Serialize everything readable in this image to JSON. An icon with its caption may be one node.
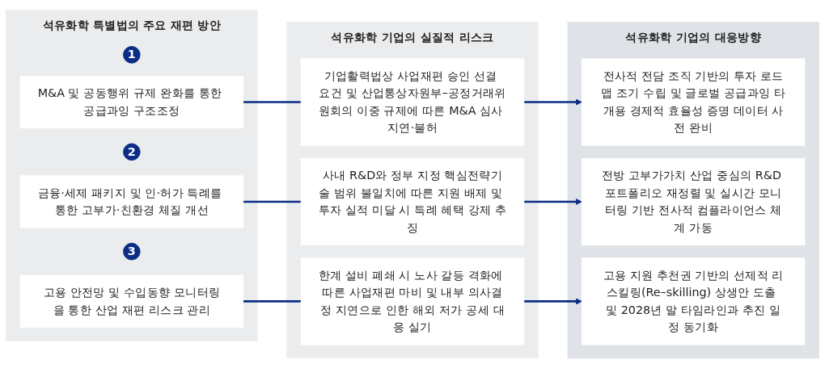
{
  "diagram": {
    "nodes": [
      {
        "text": [
          "석유화학 특별법의 주요 재편 방안"
        ]
      },
      {
        "text": [
          "1"
        ],
        "in": 0
      },
      {
        "text": [
          "M&A 및 공동행위 규제 완화를 통한 공급과잉 구조조정"
        ],
        "in": 0
      },
      {
        "text": [
          "2"
        ],
        "in": 0
      },
      {
        "text": [
          "금융·세제 패키지 및 인·허가 특례를 통한 고부가·친환경 체질 개선"
        ],
        "in": 0
      },
      {
        "text": [
          "3"
        ],
        "in": 0
      },
      {
        "text": [
          "고용 안전망 및 수입동향 모니터링을 통한 산업 재편 리스크 관리"
        ],
        "in": 0
      },
      {
        "text": [
          "석유화학 기업의 실질적 리스크"
        ]
      },
      {
        "text": [
          "기업활력법상 사업재편 승인 선결 요건 및 산업통상자원부–공정거래위원회의 이중 규제에 따른 M&A 심사 지연·불허"
        ],
        "in": 7
      },
      {
        "text": [
          "사내 R&D와 정부 지정 핵심전략기술 범위 불일치에 따른 지원 배제 및 투자 실적 미달 시 특례 혜택 강제 추징"
        ],
        "in": 7
      },
      {
        "text": [
          "한계 설비 폐쇄 시 노사 갈등 격화에 따른 사업재편 마비 및 내부 의사결정 지연으로 인한 해외 저가 공세 대응 실기"
        ],
        "in": 7
      },
      {
        "text": [
          "석유화학 기업의 대응방향"
        ]
      },
      {
        "text": [
          "전사적 전담 조직 기반의 투자 로드맵 조기 수립 및 글로벌 공급과잉 타개용 경제적 효율성 증명 데이터 사전 완비"
        ],
        "in": 11
      },
      {
        "text": [
          "전방 고부가가치 산업 중심의 R&D 포트폴리오 재정렬 및 실시간 모니터링 기반 전사적 컴플라이언스 체계 가동"
        ],
        "in": 11
      },
      {
        "text": [
          "고용 지원 추천권 기반의 선제적 리스킬링(Re–skilling) 상생안 도출 및 2028년 말 타임라인과 추진 일정 동기화"
        ],
        "in": 11
      }
    ],
    "edges": [
      {
        "from": 2,
        "to": 8,
        "arrow": "none"
      },
      {
        "from": 4,
        "to": 9,
        "arrow": "none"
      },
      {
        "from": 6,
        "to": 10,
        "arrow": "none"
      },
      {
        "from": 8,
        "to": 12,
        "arrow": "to"
      },
      {
        "from": 9,
        "to": 13,
        "arrow": "to"
      },
      {
        "from": 10,
        "to": 14,
        "arrow": "to"
      }
    ]
  }
}
